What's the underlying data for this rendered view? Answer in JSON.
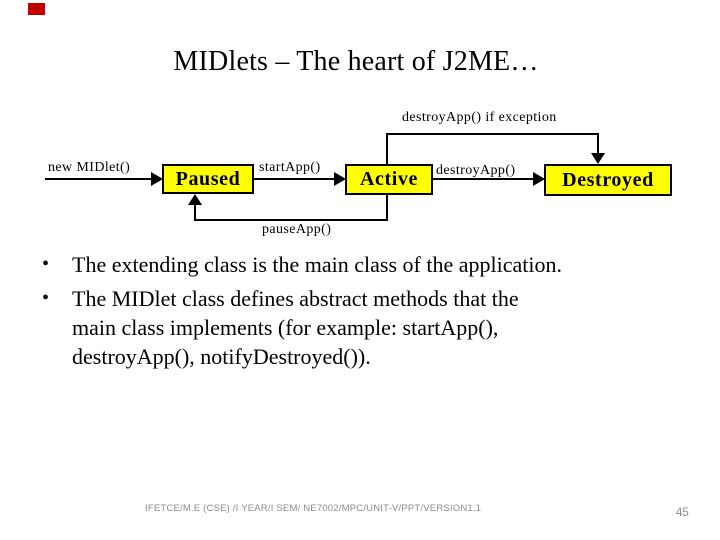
{
  "slide": {
    "title": "MIDlets – The heart of J2ME…",
    "accent_red": "#c30000",
    "diagram": {
      "box_fill": "#ffff00",
      "states": [
        {
          "label": "Paused"
        },
        {
          "label": "Active"
        },
        {
          "label": "Destroyed"
        }
      ],
      "transitions": {
        "new_midlet": "new MIDlet()",
        "start_app": "startApp()",
        "destroy_app": "destroyApp()",
        "destroy_app_exception": "destroyApp() if exception",
        "pause_app": "pauseApp()"
      }
    },
    "bullets": {
      "marker": "•",
      "items": [
        "The extending class is the main class of the application.",
        "The MIDlet class defines abstract methods that the\nmain class implements (for example: startApp(),\ndestroyApp(), notifyDestroyed())."
      ]
    },
    "footer": {
      "text": "IFETCE/M.E (CSE) /I YEAR/I SEM/ NE7002/MPC/UNIT-V/PPT/VERSION1.1",
      "page_number": "45"
    }
  }
}
